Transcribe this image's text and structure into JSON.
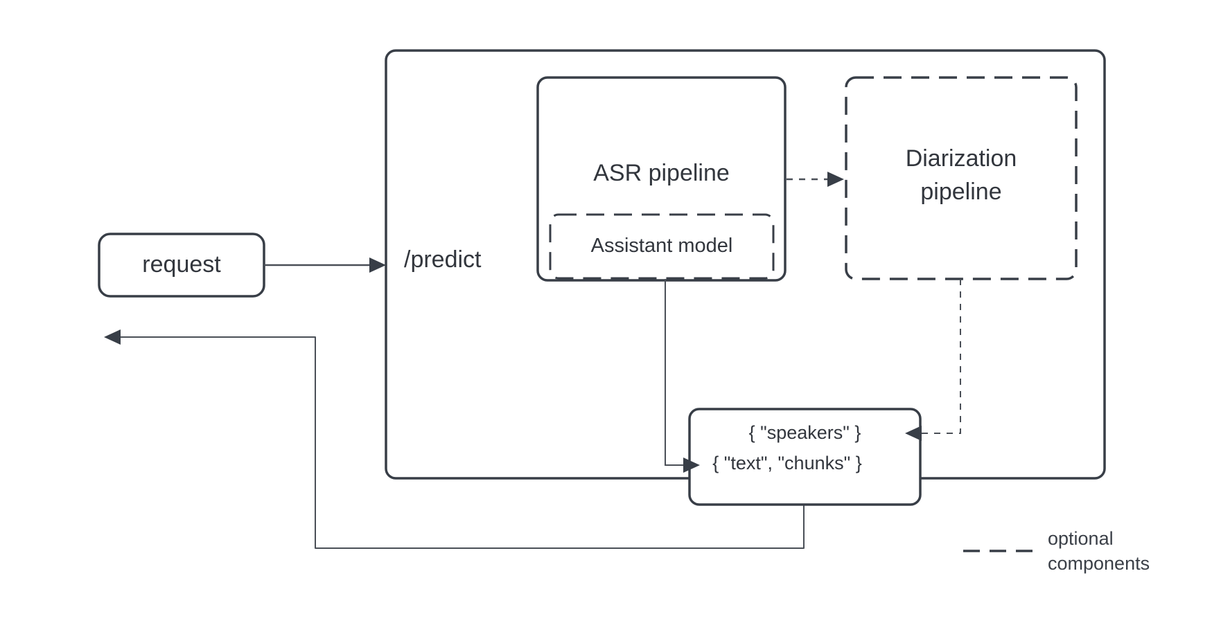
{
  "colors": {
    "line": "#383e47",
    "thin_line": "#4a4f57",
    "text": "#32363d",
    "background": "#ffffff"
  },
  "nodes": {
    "request": {
      "label": "request"
    },
    "predict_endpoint": {
      "label": "/predict"
    },
    "asr_pipeline": {
      "label": "ASR pipeline"
    },
    "assistant_model": {
      "label": "Assistant model"
    },
    "diarization_pipeline": {
      "label_line1": "Diarization",
      "label_line2": "pipeline"
    },
    "output": {
      "line1": "{ \"speakers\" }",
      "line2": "{ \"text\", \"chunks\" }"
    }
  },
  "legend": {
    "line1": "optional",
    "line2": "components"
  }
}
